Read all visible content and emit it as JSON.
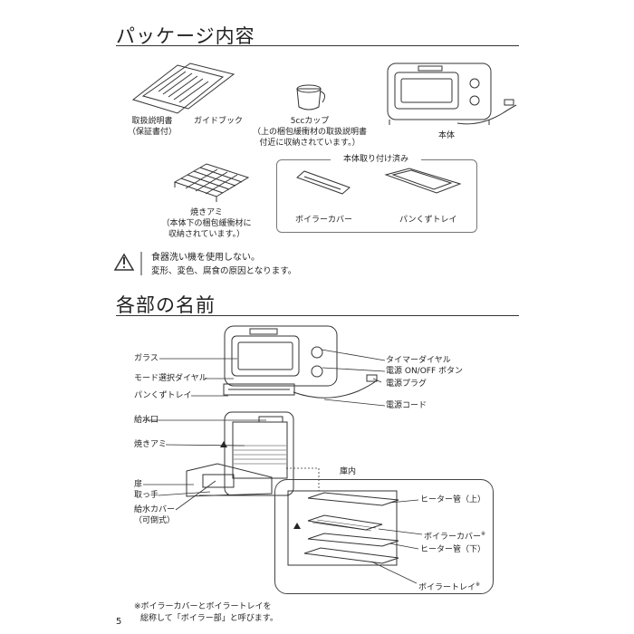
{
  "section_contents": {
    "title": "パッケージ内容",
    "manual": {
      "line1": "取扱説明書",
      "line2": "（保証書付）"
    },
    "guidebook": "ガイドブック",
    "cup": {
      "line1": "5ccカップ",
      "line2": "（上の梱包緩衝材の取扱説明書",
      "line3": "付近に収納されています。）"
    },
    "body": "本体",
    "grill": {
      "line1": "焼きアミ",
      "line2": "（本体下の梱包緩衝材に",
      "line3": "収納されています。）"
    },
    "attached_header": "本体取り付け済み",
    "boiler_cover": "ボイラーカバー",
    "crumb_tray": "パンくずトレイ"
  },
  "warning": {
    "line1": "食器洗い機を使用しない。",
    "line2": "変形、変色、腐食の原因となります。"
  },
  "section_parts": {
    "title": "各部の名前",
    "left_labels": {
      "glass": "ガラス",
      "mode_dial": "モード選択ダイヤル",
      "crumb_tray": "パンくずトレイ",
      "water_inlet": "給水口",
      "grill": "焼きアミ",
      "door": "扉",
      "handle": "取っ手",
      "water_cover": "給水カバー",
      "water_cover_note": "（可倒式）"
    },
    "right_labels": {
      "timer_dial": "タイマーダイヤル",
      "power_button": "電源 ON/OFF ボタン",
      "plug": "電源プラグ",
      "cord": "電源コード",
      "interior": "庫内"
    },
    "detail_labels": {
      "heater_top": "ヒーター管（上）",
      "boiler_cover": "ボイラーカバー",
      "heater_bottom": "ヒーター管（下）",
      "boiler_tray": "ボイラートレイ",
      "note_mark": "※"
    },
    "footnote": {
      "line1": "※ボイラーカバーとボイラートレイを",
      "line2": "総称して「ボイラー部」と呼びます。"
    }
  },
  "page_number": "5"
}
